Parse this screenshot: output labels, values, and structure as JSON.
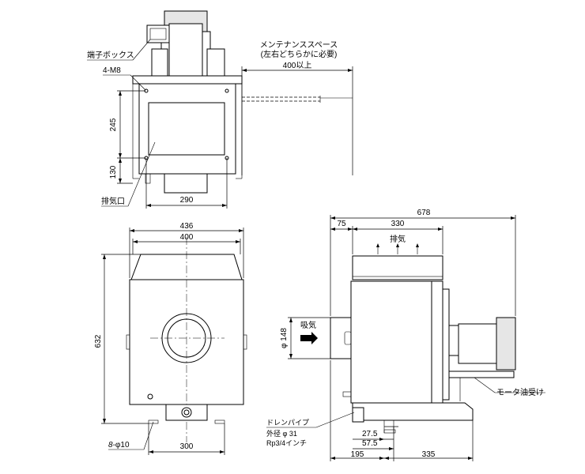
{
  "top_view": {
    "terminal_box": "端子ボックス",
    "bolt": "4-M8",
    "maintenance_space": "メンテナンススペース",
    "maintenance_side": "(左右どちらかに必要)",
    "space_dim": "400以上",
    "dim_245": "245",
    "dim_130": "130",
    "dim_290": "290",
    "exhaust_port": "排気口"
  },
  "front_view": {
    "dim_436": "436",
    "dim_400": "400",
    "dim_632": "632",
    "holes": "8-",
    "holes_dia": "φ10",
    "dim_300": "300"
  },
  "side_view": {
    "dim_678": "678",
    "dim_75": "75",
    "dim_330": "330",
    "exhaust": "排気",
    "intake": "吸気",
    "intake_dia": "φ 148",
    "motor_oil": "モータ油受け",
    "drain_pipe": "ドレンパイプ",
    "drain_od": "外径 φ 31",
    "drain_rp": "Rp3/4インチ",
    "dim_27_5": "27.5",
    "dim_57_5": "57.5",
    "dim_195": "195",
    "dim_335": "335"
  }
}
